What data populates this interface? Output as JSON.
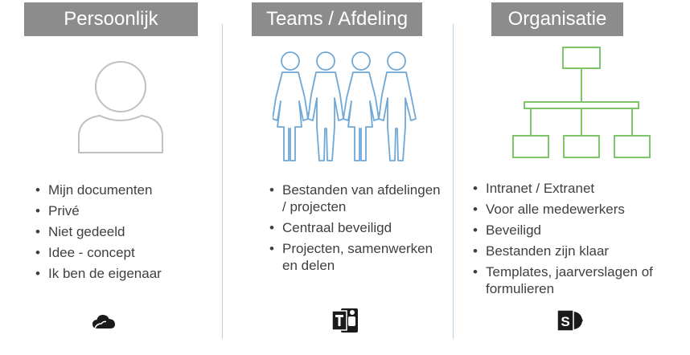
{
  "columns": [
    {
      "title": "Persoonlijk",
      "illustration": "person-icon",
      "items": [
        "Mijn documenten",
        "Privé",
        "Niet gedeeld",
        "Idee - concept",
        "Ik ben de eigenaar"
      ],
      "app_icon": "onedrive-cloud-icon"
    },
    {
      "title": "Teams / Afdeling",
      "illustration": "team-people-icon",
      "items": [
        "Bestanden van afdelingen / projecten",
        "Centraal beveiligd",
        "Projecten, samenwerken en delen"
      ],
      "app_icon": "teams-icon"
    },
    {
      "title": "Organisatie",
      "illustration": "org-chart-icon",
      "items": [
        "Intranet / Extranet",
        "Voor alle medewerkers",
        "Beveiligd",
        "Bestanden zijn klaar",
        "Templates, jaarverslagen of formulieren"
      ],
      "app_icon": "sharepoint-icon"
    }
  ],
  "colors": {
    "header_bg": "#8c8c8c",
    "header_text": "#ffffff",
    "person_stroke": "#c0c0c0",
    "team_stroke": "#6fa8d6",
    "org_stroke": "#7fc66a",
    "divider": "#b7cfe3",
    "text": "#3f3f3f"
  }
}
